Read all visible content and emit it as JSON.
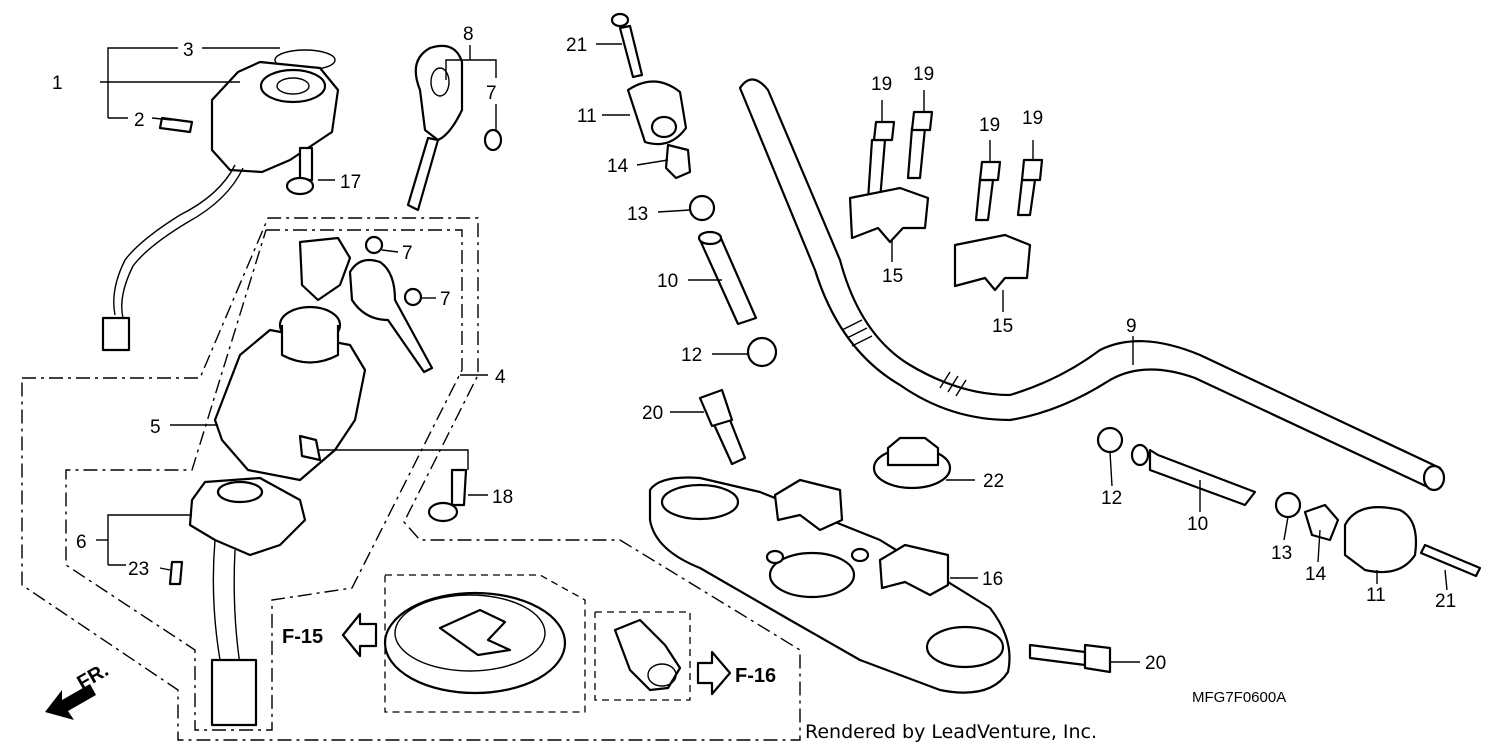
{
  "diagram": {
    "code": "MFG7F0600A",
    "credit": "Rendered by LeadVenture, Inc.",
    "front_marker": "FR.",
    "refs": {
      "f15": "F-15",
      "f16": "F-16"
    }
  },
  "callouts": {
    "c1": "1",
    "c2": "2",
    "c3": "3",
    "c4": "4",
    "c5": "5",
    "c6": "6",
    "c7a": "7",
    "c7b": "7",
    "c7c": "7",
    "c8": "8",
    "c9": "9",
    "c10a": "10",
    "c10b": "10",
    "c11a": "11",
    "c11b": "11",
    "c12a": "12",
    "c12b": "12",
    "c13a": "13",
    "c13b": "13",
    "c14a": "14",
    "c14b": "14",
    "c15a": "15",
    "c15b": "15",
    "c16": "16",
    "c17": "17",
    "c18": "18",
    "c19a": "19",
    "c19b": "19",
    "c19c": "19",
    "c19d": "19",
    "c20a": "20",
    "c20b": "20",
    "c21a": "21",
    "c21b": "21",
    "c22": "22",
    "c23": "23"
  }
}
